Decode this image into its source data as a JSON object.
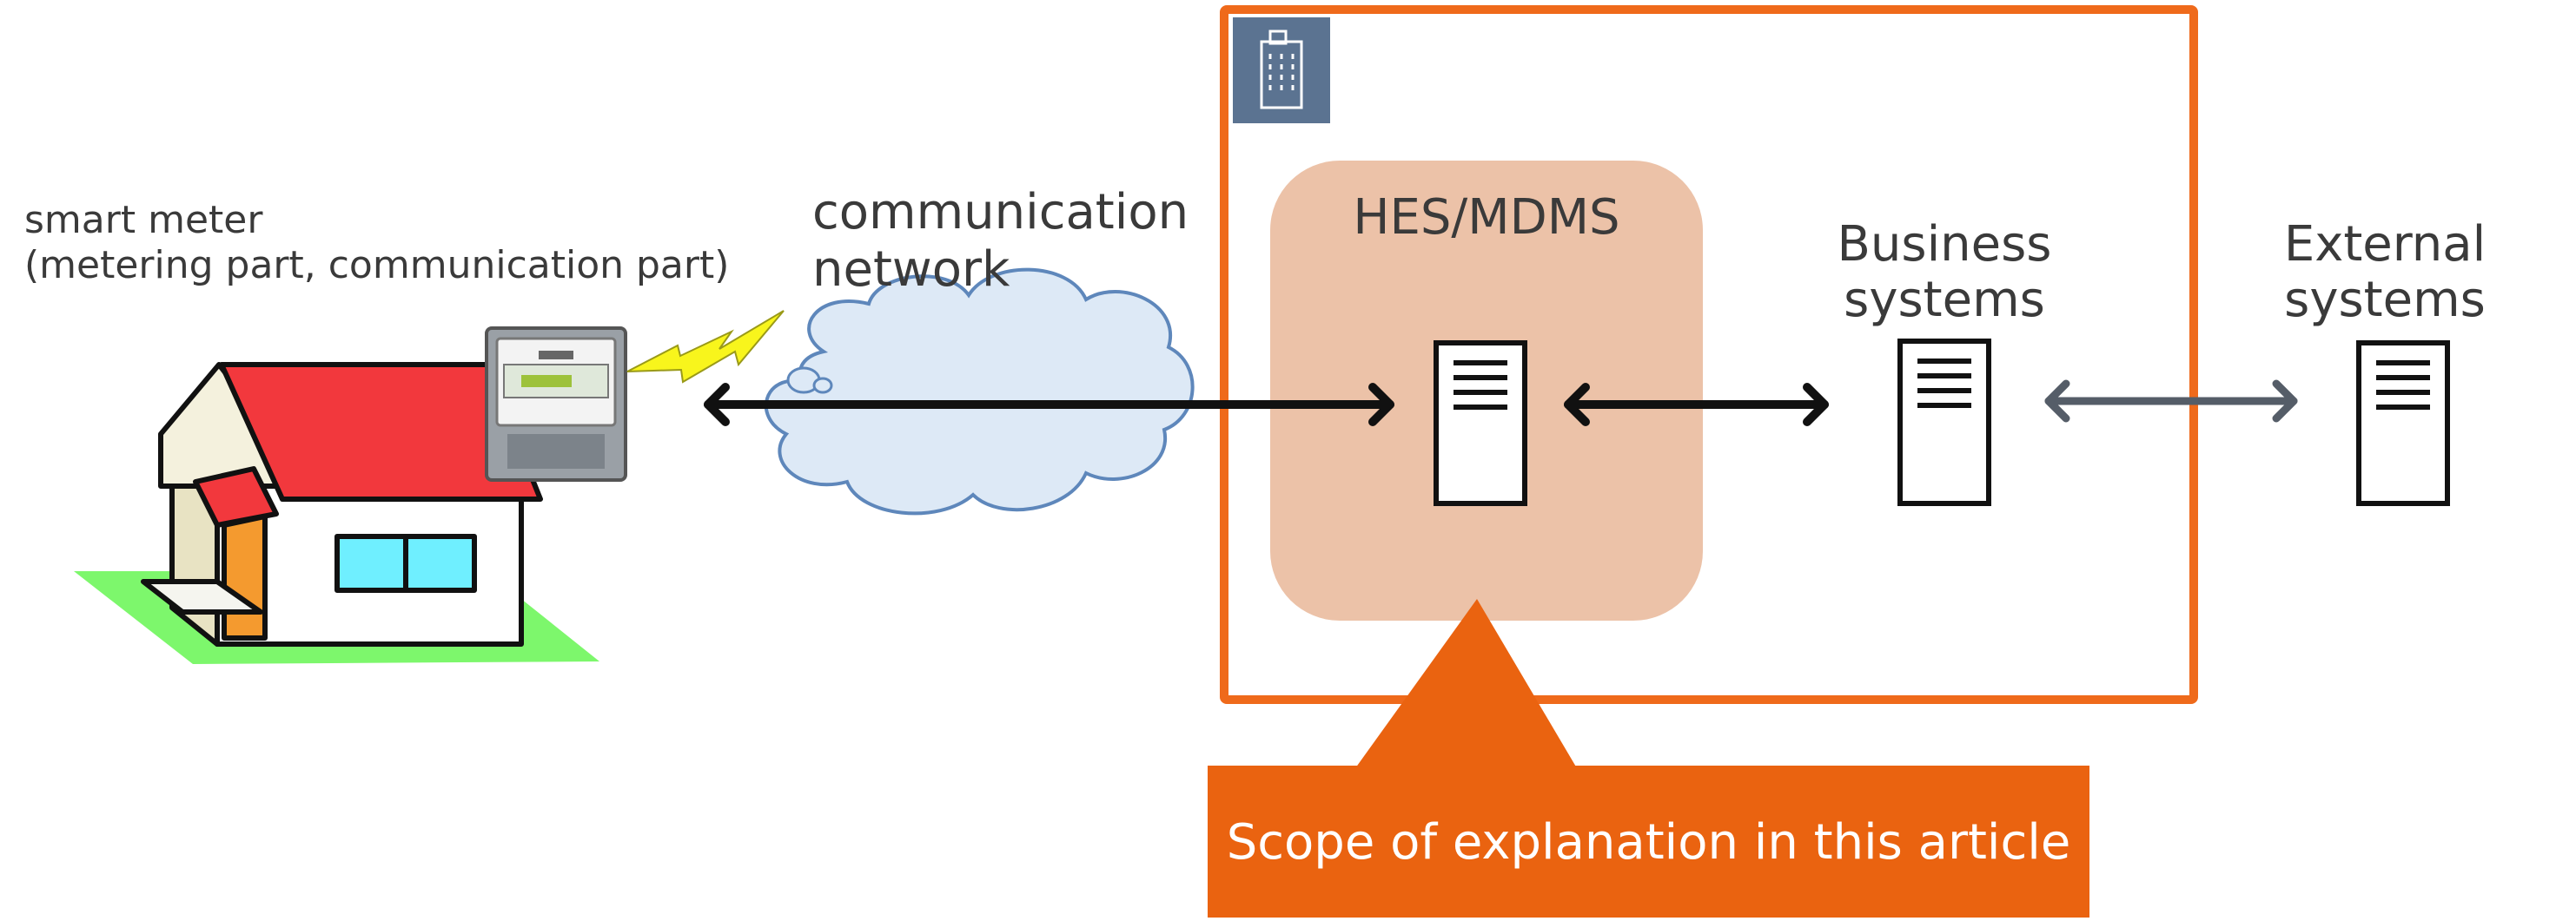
{
  "labels": {
    "smart_meter_line1": "smart meter",
    "smart_meter_line2": "(metering part, communication part)",
    "network_line1": "communication",
    "network_line2": "network",
    "hes": "HES/MDMS",
    "business_line1": "Business",
    "business_line2": "systems",
    "external_line1": "External",
    "external_line2": "systems",
    "scope": "Scope of explanation in this article"
  },
  "colors": {
    "scope_border": "#ef6a1b",
    "callout": "#ea6310",
    "hes_panel": "#e3a57f",
    "cloud_fill": "#dde9f6",
    "cloud_stroke": "#5e87bb",
    "house_roof": "#f2383d",
    "grass": "#7df76c",
    "building_badge": "#5b7391",
    "arrow_black": "#111111",
    "arrow_gray": "#555d68"
  },
  "icons": {
    "building": "building-icon",
    "server": "server-icon",
    "house": "house-icon",
    "meter": "smart-meter-icon",
    "lightning": "lightning-bolt-icon",
    "cloud": "cloud-icon"
  }
}
